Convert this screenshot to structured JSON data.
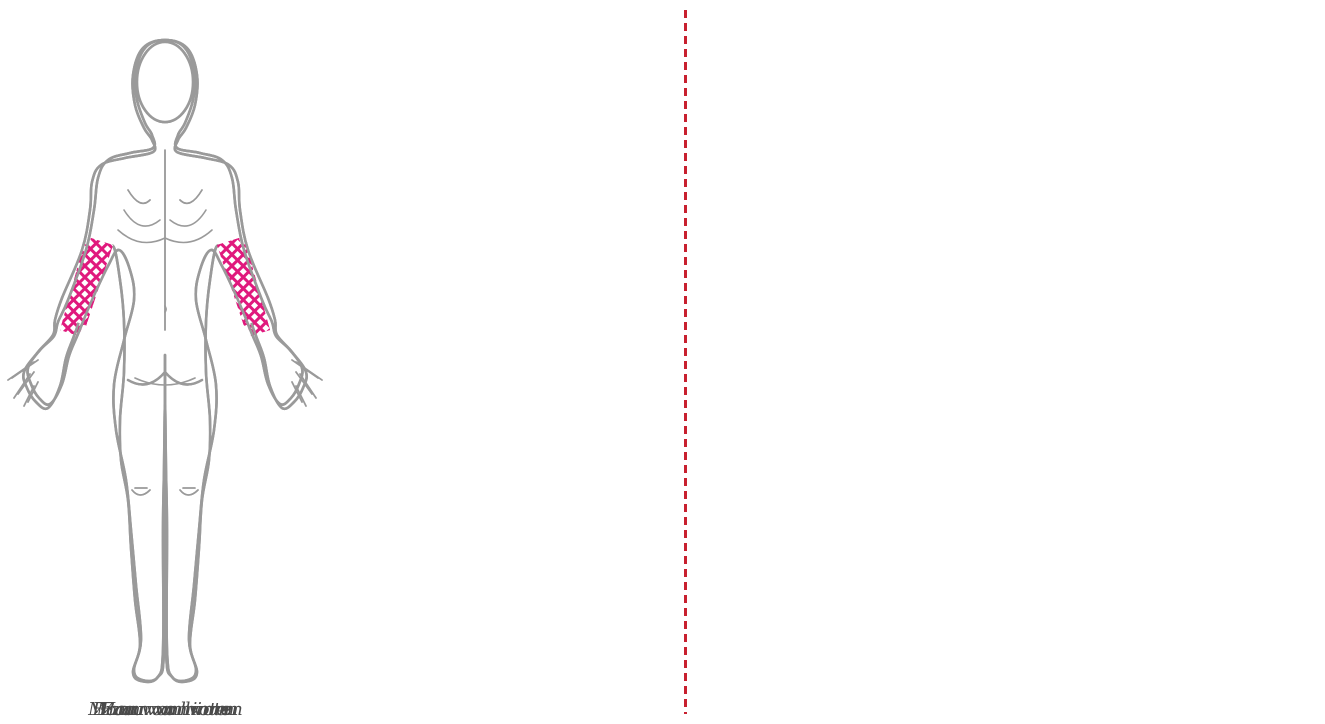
{
  "colors": {
    "outline": "#9a9a9a",
    "highlight": "#e0197d",
    "divider": "#c8202f",
    "caption": "#4a4a4a"
  },
  "figures": [
    {
      "id": "man-front",
      "sex": "male",
      "view": "front",
      "caption": "Mann von vorn"
    },
    {
      "id": "man-back",
      "sex": "male",
      "view": "back",
      "caption": "Mann von hinten"
    },
    {
      "id": "woman-front",
      "sex": "female",
      "view": "front",
      "caption": "Frau von vorn"
    },
    {
      "id": "woman-back",
      "sex": "female",
      "view": "back",
      "caption": "Frau von hinten"
    }
  ]
}
